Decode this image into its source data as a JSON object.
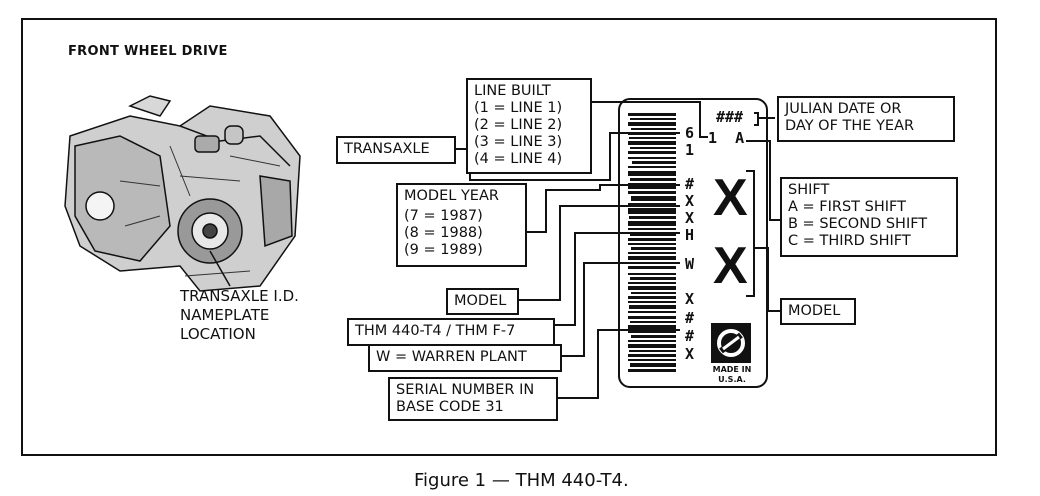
{
  "heading": "FRONT WHEEL DRIVE",
  "location_label": [
    "TRANSAXLE I.D.",
    "NAMEPLATE",
    "LOCATION"
  ],
  "caption": "Figure 1 — THM 440-T4.",
  "callouts": {
    "line_built": [
      "LINE BUILT",
      "(1 = LINE 1)",
      "(2 = LINE 2)",
      "(3 = LINE 3)",
      "(4 = LINE 4)"
    ],
    "transaxle": "TRANSAXLE",
    "model_year": [
      "MODEL YEAR",
      "(7 = 1987)",
      "(8 = 1988)",
      "(9 = 1989)"
    ],
    "model_left": "MODEL",
    "thm": "THM 440-T4 / THM F-7",
    "warren": "W = WARREN PLANT",
    "serial": [
      "SERIAL NUMBER IN",
      "BASE CODE 31"
    ],
    "julian": [
      "JULIAN DATE OR",
      "DAY OF THE YEAR"
    ],
    "shift": [
      "SHIFT",
      "A = FIRST SHIFT",
      "B = SECOND SHIFT",
      "C = THIRD SHIFT"
    ],
    "model_right": "MODEL"
  },
  "plate": {
    "julian_code": "###",
    "line_shift_code": "1  A",
    "left_column": [
      "6",
      "1",
      "#",
      "X",
      "X",
      "H",
      "W",
      "X",
      "#",
      "#",
      "X"
    ],
    "big_x_top": "X",
    "big_x_bottom": "X",
    "made_in": [
      "MADE IN",
      "U.S.A."
    ]
  }
}
